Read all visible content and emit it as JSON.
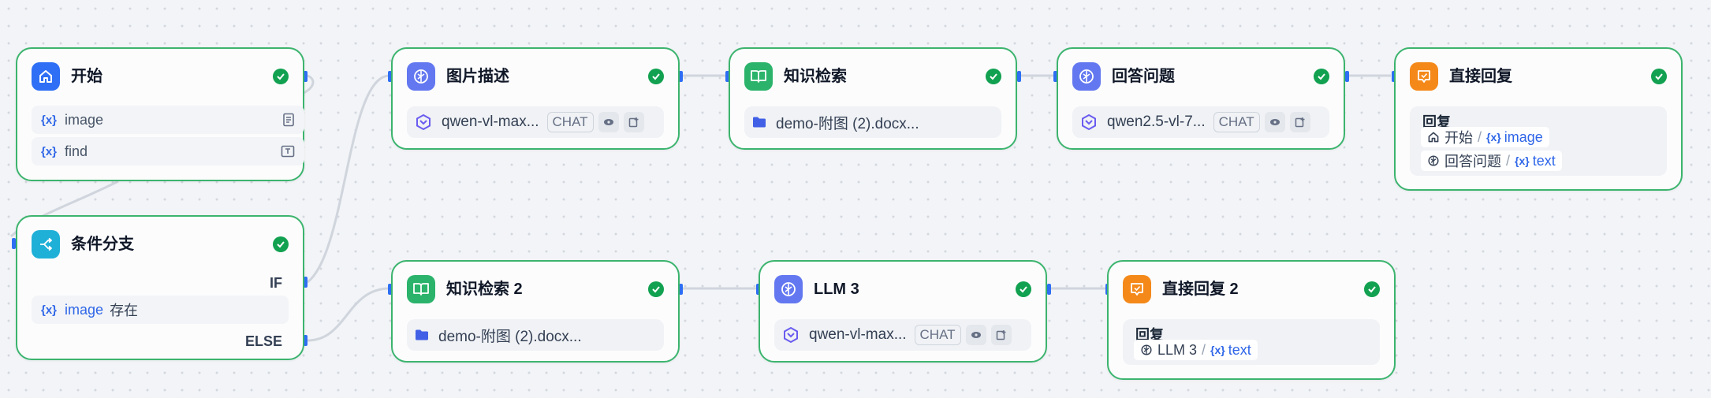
{
  "nodes": {
    "start": {
      "title": "开始",
      "variables": [
        {
          "name": "image",
          "type_icon": "document-icon"
        },
        {
          "name": "find",
          "type_icon": "text-field-icon"
        }
      ]
    },
    "condition": {
      "title": "条件分支",
      "if_label": "IF",
      "else_label": "ELSE",
      "condition_var": "image",
      "condition_op": "存在"
    },
    "image_describe": {
      "title": "图片描述",
      "model": "qwen-vl-max...",
      "mode": "CHAT"
    },
    "knowledge_1": {
      "title": "知识检索",
      "dataset": "demo-附图 (2).docx..."
    },
    "answer": {
      "title": "回答问题",
      "model": "qwen2.5-vl-7...",
      "mode": "CHAT"
    },
    "reply_1": {
      "title": "直接回复",
      "label": "回复",
      "refs": [
        {
          "node": "开始",
          "var": "image",
          "icon": "home-icon"
        },
        {
          "node": "回答问题",
          "var": "text",
          "icon": "llm-icon"
        }
      ]
    },
    "knowledge_2": {
      "title": "知识检索 2",
      "dataset": "demo-附图 (2).docx..."
    },
    "llm3": {
      "title": "LLM 3",
      "model": "qwen-vl-max...",
      "mode": "CHAT"
    },
    "reply_2": {
      "title": "直接回复 2",
      "label": "回复",
      "refs": [
        {
          "node": "LLM 3",
          "var": "text",
          "icon": "llm-icon"
        }
      ]
    }
  },
  "colors": {
    "node_border": "#3cb46e",
    "success": "#12a150",
    "edge": "#d0d5dd",
    "port": "#2e6ff5",
    "variable": "#2f66e8"
  },
  "var_brace": "{x}"
}
